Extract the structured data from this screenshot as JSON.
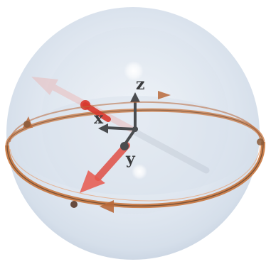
{
  "diagram": {
    "axis_labels": {
      "x": "x",
      "y": "y",
      "z": "z"
    },
    "colors": {
      "background": "#ffffff",
      "sphere": "#dfe7f1",
      "sphere_shadow": "#c7d3e2",
      "sphere_highlight": "#ffffff",
      "axes": "#4a4c4f",
      "label_text": "#3a3b3d",
      "state_vector": "#e0453a",
      "state_vector_ghost": "#f0a49e",
      "path_ring": "#c8743c",
      "path_ring_dark": "#6b4a34"
    }
  }
}
